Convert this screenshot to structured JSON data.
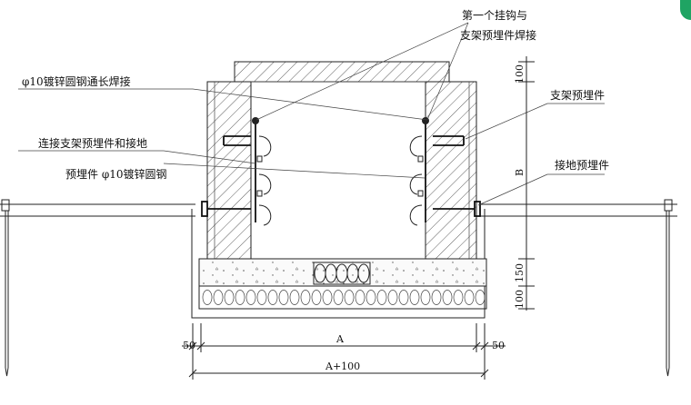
{
  "labels": {
    "hook_weld_line1": "第一个挂钩与",
    "hook_weld_line2": "支架预埋件焊接",
    "steel_weld": "φ10镀锌圆钢通长焊接",
    "bracket_embed": "支架预埋件",
    "connect_line1": "连接支架预埋件和接地",
    "connect_line2": "预埋件 φ10镀锌圆钢",
    "ground_embed": "接地预埋件"
  },
  "dimensions": {
    "top_100": "100",
    "height_B": "B",
    "base_150": "150",
    "bottom_100": "100",
    "left_50": "50",
    "right_50": "50",
    "width_A": "A",
    "total_width": "A+100"
  },
  "colors": {
    "line": "#222222",
    "badge": "#1fa463"
  }
}
